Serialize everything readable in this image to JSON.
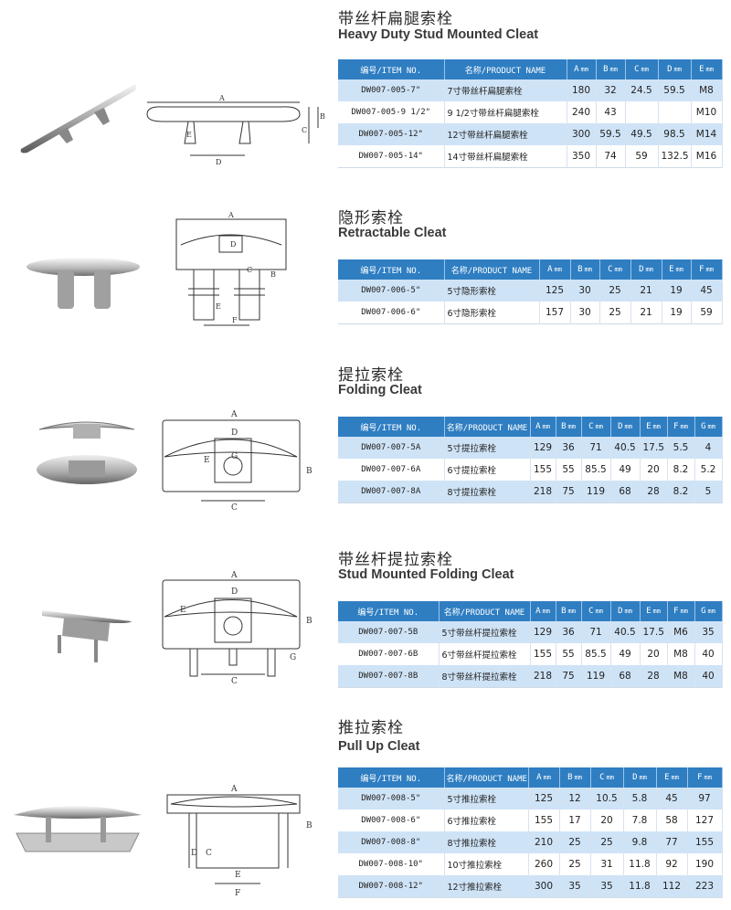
{
  "sections": [
    {
      "title_zh": "带丝杆扁腿索栓",
      "title_en": "Heavy Duty Stud Mounted Cleat",
      "drawing_labels": [
        "A",
        "B",
        "C",
        "D",
        "E"
      ],
      "headers": [
        "编号/ITEM NO.",
        "名称/PRODUCT NAME",
        "A",
        "B",
        "C",
        "D",
        "E"
      ],
      "unit": "mm",
      "rows": [
        [
          "DW007-005-7\"",
          "7寸带丝杆扁腿索栓",
          "180",
          "32",
          "24.5",
          "59.5",
          "M8"
        ],
        [
          "DW007-005-9 1/2\"",
          "9 1/2寸带丝杆扁腿索栓",
          "240",
          "43",
          "",
          "",
          "M10"
        ],
        [
          "DW007-005-12\"",
          "12寸带丝杆扁腿索栓",
          "300",
          "59.5",
          "49.5",
          "98.5",
          "M14"
        ],
        [
          "DW007-005-14\"",
          "14寸带丝杆扁腿索栓",
          "350",
          "74",
          "59",
          "132.5",
          "M16"
        ]
      ]
    },
    {
      "title_zh": "隐形索栓",
      "title_en": "Retractable  Cleat",
      "drawing_labels": [
        "A",
        "B",
        "C",
        "D",
        "E",
        "F"
      ],
      "headers": [
        "编号/ITEM NO.",
        "名称/PRODUCT NAME",
        "A",
        "B",
        "C",
        "D",
        "E",
        "F"
      ],
      "unit": "mm",
      "rows": [
        [
          "DW007-006-5\"",
          "5寸隐形索栓",
          "125",
          "30",
          "25",
          "21",
          "19",
          "45"
        ],
        [
          "DW007-006-6\"",
          "6寸隐形索栓",
          "157",
          "30",
          "25",
          "21",
          "19",
          "59"
        ]
      ]
    },
    {
      "title_zh": "提拉索栓",
      "title_en": "Folding Cleat",
      "drawing_labels": [
        "A",
        "B",
        "C",
        "D",
        "E",
        "G"
      ],
      "headers": [
        "编号/ITEM NO.",
        "名称/PRODUCT NAME",
        "A",
        "B",
        "C",
        "D",
        "E",
        "F",
        "G"
      ],
      "unit": "mm",
      "rows": [
        [
          "DW007-007-5A",
          "5寸提拉索栓",
          "129",
          "36",
          "71",
          "40.5",
          "17.5",
          "5.5",
          "4"
        ],
        [
          "DW007-007-6A",
          "6寸提拉索栓",
          "155",
          "55",
          "85.5",
          "49",
          "20",
          "8.2",
          "5.2"
        ],
        [
          "DW007-007-8A",
          "8寸提拉索栓",
          "218",
          "75",
          "119",
          "68",
          "28",
          "8.2",
          "5"
        ]
      ]
    },
    {
      "title_zh": "带丝杆提拉索栓",
      "title_en": "Stud Mounted Folding Cleat",
      "drawing_labels": [
        "A",
        "B",
        "C",
        "D",
        "E",
        "G"
      ],
      "headers": [
        "编号/ITEM NO.",
        "名称/PRODUCT NAME",
        "A",
        "B",
        "C",
        "D",
        "E",
        "F",
        "G"
      ],
      "unit": "mm",
      "rows": [
        [
          "DW007-007-5B",
          "5寸带丝杆提拉索栓",
          "129",
          "36",
          "71",
          "40.5",
          "17.5",
          "M6",
          "35"
        ],
        [
          "DW007-007-6B",
          "6寸带丝杆提拉索栓",
          "155",
          "55",
          "85.5",
          "49",
          "20",
          "M8",
          "40"
        ],
        [
          "DW007-007-8B",
          "8寸带丝杆提拉索栓",
          "218",
          "75",
          "119",
          "68",
          "28",
          "M8",
          "40"
        ]
      ]
    },
    {
      "title_zh": "推拉索栓",
      "title_en": "Pull Up Cleat",
      "drawing_labels": [
        "A",
        "B",
        "C",
        "D",
        "E",
        "F"
      ],
      "headers": [
        "编号/ITEM NO.",
        "名称/PRODUCT NAME",
        "A",
        "B",
        "C",
        "D",
        "E",
        "F"
      ],
      "unit": "mm",
      "rows": [
        [
          "DW007-008-5\"",
          "5寸推拉索栓",
          "125",
          "12",
          "10.5",
          "5.8",
          "45",
          "97"
        ],
        [
          "DW007-008-6\"",
          "6寸推拉索栓",
          "155",
          "17",
          "20",
          "7.8",
          "58",
          "127"
        ],
        [
          "DW007-008-8\"",
          "8寸推拉索栓",
          "210",
          "25",
          "25",
          "9.8",
          "77",
          "155"
        ],
        [
          "DW007-008-10\"",
          "10寸推拉索栓",
          "260",
          "25",
          "31",
          "11.8",
          "92",
          "190"
        ],
        [
          "DW007-008-12\"",
          "12寸推拉索栓",
          "300",
          "35",
          "35",
          "11.8",
          "112",
          "223"
        ]
      ]
    }
  ]
}
